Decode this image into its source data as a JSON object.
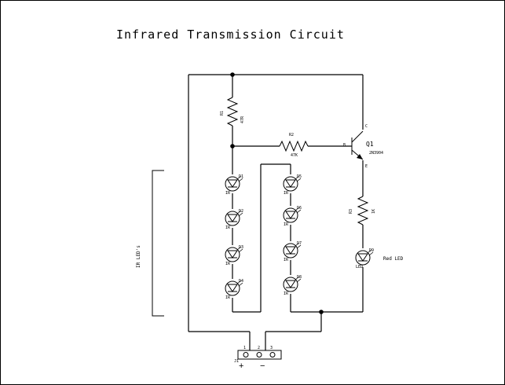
{
  "title": "Infrared Transmission Circuit",
  "components": {
    "r1": {
      "ref": "R1",
      "value": "47R"
    },
    "r2": {
      "ref": "R2",
      "value": "47K"
    },
    "r3": {
      "ref": "R3",
      "value": "1K"
    },
    "q1": {
      "ref": "Q1",
      "part": "2N3904",
      "pin_c": "C",
      "pin_b": "B",
      "pin_e": "E"
    },
    "ir_leds_left": [
      {
        "ref": "D1",
        "part": "IR"
      },
      {
        "ref": "D2",
        "part": "IR"
      },
      {
        "ref": "D3",
        "part": "IR"
      },
      {
        "ref": "D4",
        "part": "IR"
      }
    ],
    "ir_leds_right": [
      {
        "ref": "D5",
        "part": "IR"
      },
      {
        "ref": "D6",
        "part": "IR"
      },
      {
        "ref": "D7",
        "part": "IR"
      },
      {
        "ref": "D8",
        "part": "IR"
      }
    ],
    "red_led": {
      "ref": "D9",
      "part": "LED",
      "label": "Red LED"
    },
    "connector": {
      "ref": "J1",
      "pins": [
        "1",
        "2",
        "3"
      ],
      "plus": "+",
      "minus": "−"
    }
  },
  "ir_group_label": "IR LED's"
}
